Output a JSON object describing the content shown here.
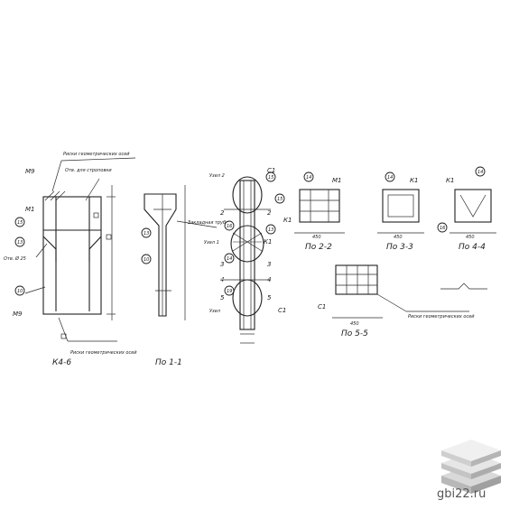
{
  "views": {
    "k4_6": {
      "caption": "К4-6",
      "note_top": "Риски геометрических осей",
      "note_hole": "Отв. для строповки",
      "note_bottom": "Риски геометрических осей",
      "note_left": "Отв. Ø 25"
    },
    "section_1_1": {
      "caption": "По 1-1",
      "note_insert": "Закладная трубка"
    },
    "node": {
      "label_top": "Узел 2",
      "label_mid": "Узел 1",
      "label_bot": "Узел"
    },
    "section_2_2": {
      "caption": "По 2-2",
      "dim": "450"
    },
    "section_3_3": {
      "caption": "По 3-3",
      "dim": "450"
    },
    "section_4_4": {
      "caption": "По 4-4",
      "dim": "450"
    },
    "section_5_5": {
      "caption": "По 5-5",
      "dim": "450",
      "note": "Риски геометрических осей"
    }
  },
  "marks": [
    "14",
    "15",
    "13",
    "19",
    "10",
    "16",
    "С1",
    "К1",
    "М1",
    "М9",
    "2",
    "3",
    "4",
    "5"
  ],
  "watermark": {
    "text": "gbi22.ru",
    "color": "#555555"
  }
}
